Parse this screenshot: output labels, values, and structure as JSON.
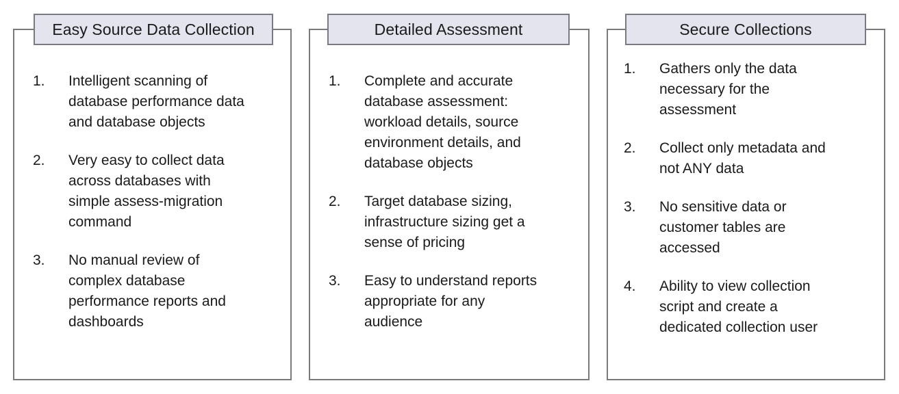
{
  "theme": {
    "page_background": "#ffffff",
    "panel_border": "#7a7a7a",
    "header_fill": "#e4e4ef",
    "header_border": "#7a7a85",
    "text_color": "#1a1a1a"
  },
  "panels": [
    {
      "title": "Easy Source Data Collection",
      "items": [
        {
          "number": "1.",
          "text": "Intelligent scanning of\ndatabase performance data\nand database objects"
        },
        {
          "number": "2.",
          "text": "Very easy to collect data\nacross databases with\nsimple assess-migration\ncommand"
        },
        {
          "number": "3.",
          "text": "No manual review of\ncomplex database\nperformance reports and\ndashboards"
        }
      ]
    },
    {
      "title": "Detailed Assessment",
      "items": [
        {
          "number": "1.",
          "text": "Complete and accurate\ndatabase assessment:\nworkload details, source\nenvironment details, and\ndatabase objects"
        },
        {
          "number": "2.",
          "text": "Target database sizing,\ninfrastructure sizing get a\nsense of pricing"
        },
        {
          "number": "3.",
          "text": "Easy to understand reports\nappropriate for any\naudience"
        }
      ]
    },
    {
      "title": "Secure Collections",
      "items": [
        {
          "number": "1.",
          "text": "Gathers only the data\nnecessary for the\nassessment"
        },
        {
          "number": "2.",
          "text": "Collect only metadata and\nnot ANY data"
        },
        {
          "number": "3.",
          "text": "No sensitive data or\ncustomer tables are\naccessed"
        },
        {
          "number": "4.",
          "text": "Ability to view collection\nscript and create a\ndedicated collection user"
        }
      ]
    }
  ]
}
